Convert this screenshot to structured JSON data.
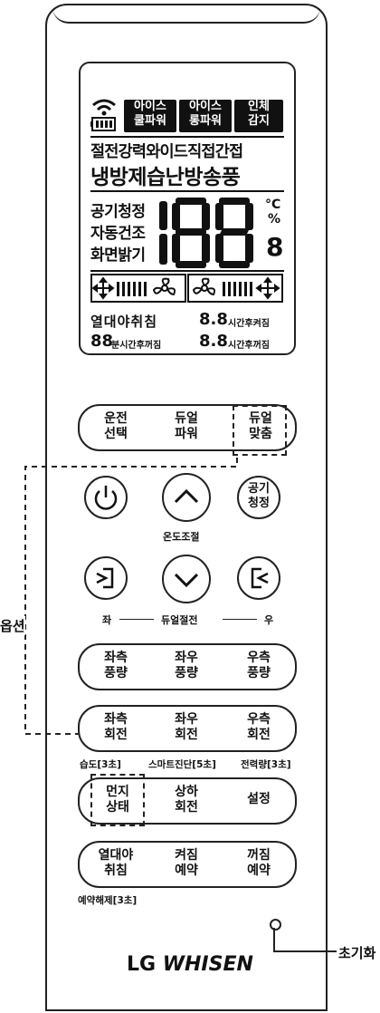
{
  "lcd": {
    "icons_top": [
      "wifi-icon",
      "battery-icon"
    ],
    "inv_labels": [
      {
        "line1": "아이스",
        "line2": "쿨파워"
      },
      {
        "line1": "아이스",
        "line2": "롱파워"
      },
      {
        "line1": "인체",
        "line2": "감지"
      }
    ],
    "row1": "절전강력와이드직접간접",
    "row2": "냉방제습난방송풍",
    "left_labels": [
      "공기청정",
      "자동건조",
      "화면밝기"
    ],
    "big_digits": "188",
    "unit_c": "°C",
    "unit_pct": "%",
    "small_digit": "8",
    "bottom_row1_left": "열대야취침",
    "bottom_row1_digits": "8.8",
    "bottom_row1_suffix": "시간후켜짐",
    "bottom_row2_digits_left": "88",
    "bottom_row2_left_suffix": "분시간후꺼짐",
    "bottom_row2_digits": "8.8",
    "bottom_row2_suffix": "시간후꺼짐"
  },
  "buttons": {
    "mode_select": {
      "line1": "운전",
      "line2": "선택"
    },
    "dual_power": {
      "line1": "듀얼",
      "line2": "파워"
    },
    "dual_fit": {
      "line1": "듀얼",
      "line2": "맞춤"
    },
    "air_clean": {
      "line1": "공기",
      "line2": "청정"
    },
    "temp_label": "온도조절",
    "dual_label": "듀얼절전",
    "left_label": "좌",
    "right_label": "우",
    "left_wind": {
      "line1": "좌측",
      "line2": "풍량"
    },
    "both_wind": {
      "line1": "좌우",
      "line2": "풍량"
    },
    "right_wind": {
      "line1": "우측",
      "line2": "풍량"
    },
    "left_rot": {
      "line1": "좌측",
      "line2": "회전"
    },
    "both_rot": {
      "line1": "좌우",
      "line2": "회전"
    },
    "right_rot": {
      "line1": "우측",
      "line2": "회전"
    },
    "humidity_hint": "습도[3초]",
    "smart_hint": "스마트진단[5초]",
    "power_hint": "전력량[3초]",
    "dust": {
      "line1": "먼지",
      "line2": "상태"
    },
    "updown": {
      "line1": "상하",
      "line2": "회전"
    },
    "settings": "설정",
    "tropical": {
      "line1": "열대야",
      "line2": "취침"
    },
    "on_timer": {
      "line1": "켜짐",
      "line2": "예약"
    },
    "off_timer": {
      "line1": "꺼짐",
      "line2": "예약"
    },
    "cancel_hint": "예약해제[3초]"
  },
  "brand": {
    "lg": "LG",
    "model": "WHISEN"
  },
  "annotations": {
    "options": "옵션",
    "reset": "초기화"
  }
}
